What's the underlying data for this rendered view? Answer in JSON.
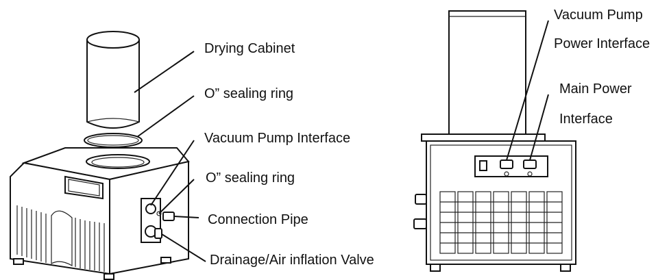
{
  "left_labels": [
    "Drying Cabinet",
    "O” sealing ring",
    "Vacuum Pump Interface",
    "O” sealing ring",
    "Connection Pipe",
    "Drainage/Air inflation Valve"
  ],
  "right_labels": [
    "Vacuum Pump",
    "Power Interface",
    "Main Power",
    "Interface"
  ],
  "colors": {
    "ink": "#111111",
    "background": "#ffffff"
  }
}
